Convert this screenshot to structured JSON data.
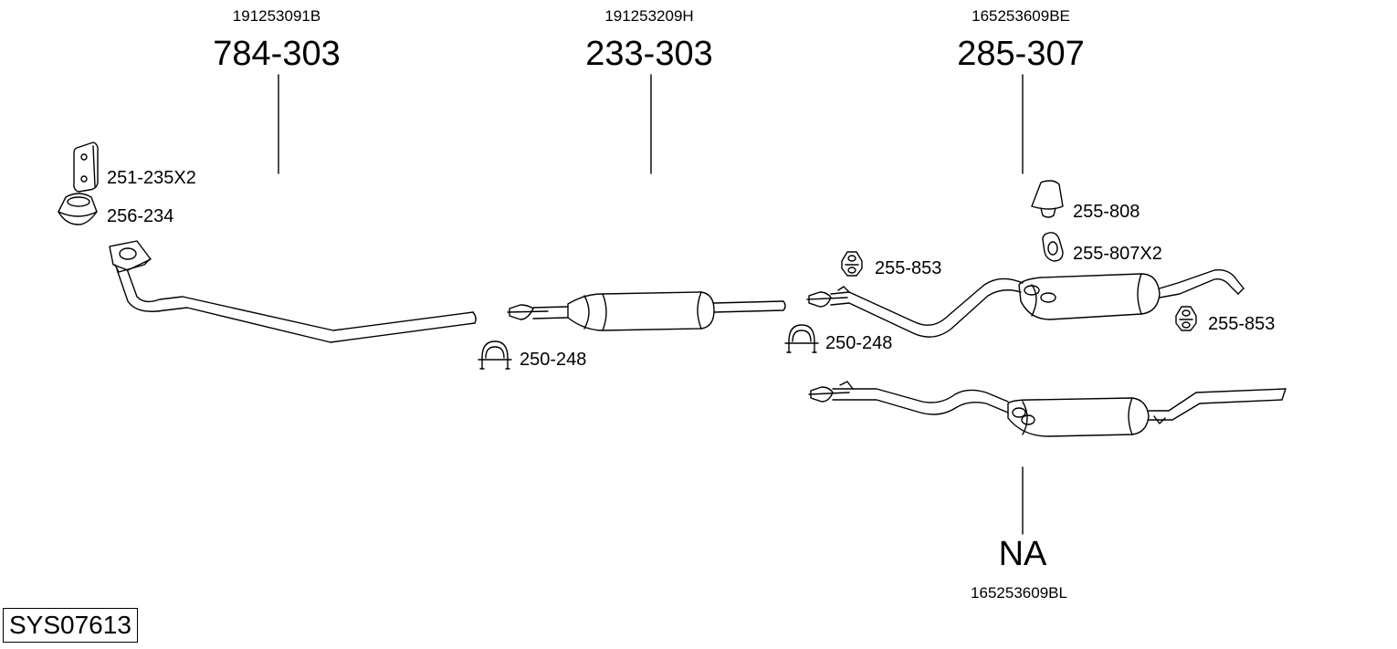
{
  "groups": [
    {
      "oem": "191253091B",
      "part": "784-303"
    },
    {
      "oem": "191253209H",
      "part": "233-303"
    },
    {
      "oem": "165253609BE",
      "part": "285-307"
    },
    {
      "oem": "165253609BL",
      "part": "NA"
    }
  ],
  "accessories": {
    "gasket_bracket": "251-235X2",
    "flange_ring": "256-234",
    "clamp_front": "250-248",
    "hanger_front": "255-853",
    "clamp_rear": "250-248",
    "rubber_mount": "255-808",
    "ring_hanger": "255-807X2",
    "hanger_rear": "255-853"
  },
  "system_code": "SYS07613"
}
